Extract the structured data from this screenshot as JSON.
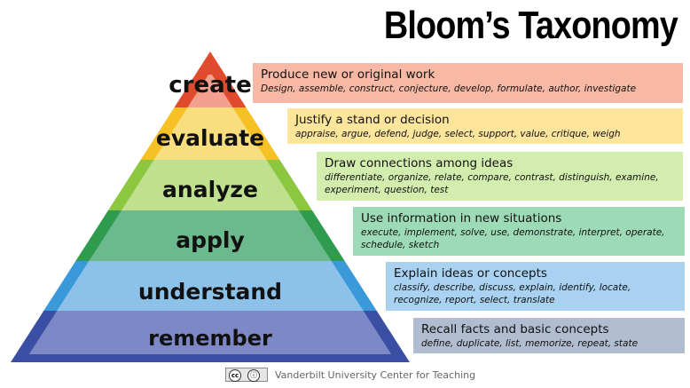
{
  "title": "Bloom’s Taxonomy",
  "levels": [
    {
      "name": "create",
      "heading": "Produce new or original work",
      "verbs": "Design, assemble, construct, conjecture, develop, formulate, author, investigate",
      "outer": "#e04b2e",
      "inner": "#f4a08f",
      "box": "#f7b9a6"
    },
    {
      "name": "evaluate",
      "heading": "Justify a stand or decision",
      "verbs": "appraise, argue, defend, judge, select, support, value, critique, weigh",
      "outer": "#f5c124",
      "inner": "#f9de80",
      "box": "#fde59c"
    },
    {
      "name": "analyze",
      "heading": "Draw connections among ideas",
      "verbs": "differentiate, organize, relate, compare, contrast, distinguish, examine, experiment, question, test",
      "outer": "#8dc63f",
      "inner": "#bfe08c",
      "box": "#d3edae"
    },
    {
      "name": "apply",
      "heading": "Use information in new situations",
      "verbs": "execute, implement, solve, use, demonstrate, interpret, operate, schedule, sketch",
      "outer": "#2f9b4f",
      "inner": "#6cb98e",
      "box": "#9ddbb7"
    },
    {
      "name": "understand",
      "heading": "Explain ideas or concepts",
      "verbs": "classify, describe, discuss, explain, identify, locate, recognize, report, select, translate",
      "outer": "#3a9ad9",
      "inner": "#8cc2ea",
      "box": "#a9d2f1"
    },
    {
      "name": "remember",
      "heading": "Recall facts and basic concepts",
      "verbs": "define, duplicate, list, memorize, repeat, state",
      "outer": "#3a4fa3",
      "inner": "#7d89c7",
      "box": "#b0bccf"
    }
  ],
  "license_badge": {
    "left": "cc",
    "right": "ⓘ"
  },
  "footer": "Vanderbilt University Center for Teaching"
}
